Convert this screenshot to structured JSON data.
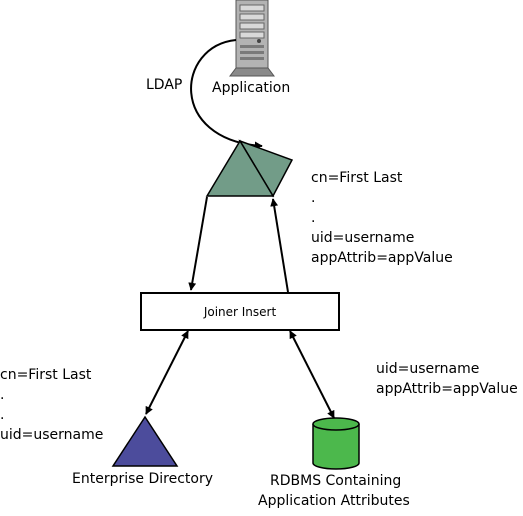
{
  "nodes": {
    "application": {
      "label": "Application",
      "icon": "server-icon"
    },
    "ldap_label": "LDAP",
    "virtual_directory": {
      "icon": "directory-triangle-icon",
      "color": "#729c88",
      "attributes": [
        "cn=First Last",
        ".",
        ".",
        "uid=username",
        "appAttrib=appValue"
      ]
    },
    "joiner": {
      "label": "Joiner Insert"
    },
    "enterprise_directory": {
      "label": "Enterprise Directory",
      "icon": "directory-triangle-icon",
      "color": "#4c4c9c",
      "attributes": [
        "cn=First Last",
        ".",
        ".",
        "uid=username"
      ]
    },
    "rdbms": {
      "label_line1": "RDBMS Containing",
      "label_line2": "Application Attributes",
      "icon": "database-cylinder-icon",
      "color": "#4cb84c",
      "attributes": [
        "uid=username",
        "appAttrib=appValue"
      ]
    }
  },
  "colors": {
    "server_body": "#b0b0b0",
    "server_dark": "#555555",
    "outline": "#000000"
  }
}
